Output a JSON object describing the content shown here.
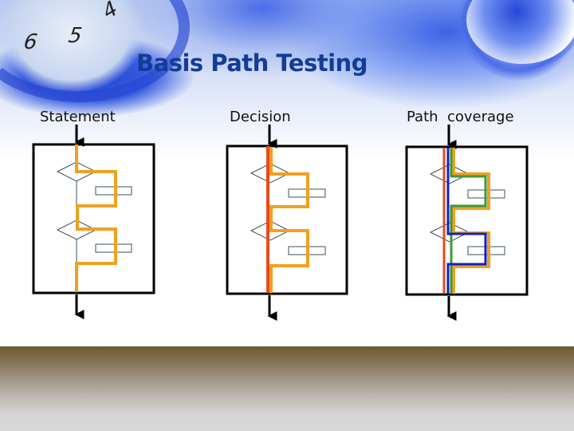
{
  "slide": {
    "title": "Basis Path Testing",
    "background": {
      "header_decor": "clock-and-lens-image",
      "clock_numbers": [
        "6",
        "5",
        "4"
      ],
      "bottom_band_colors": [
        "#6d5a33",
        "#a89f95",
        "#d8d8d8"
      ]
    }
  },
  "panels": [
    {
      "id": "statement",
      "label": "Statement",
      "coverage_paths": [
        {
          "name": "statement-path",
          "color": "#f0a020"
        }
      ]
    },
    {
      "id": "decision",
      "label": "Decision",
      "coverage_paths": [
        {
          "name": "straight-path",
          "color": "#e84a1a"
        },
        {
          "name": "branch-path",
          "color": "#f0a020"
        }
      ]
    },
    {
      "id": "path-coverage",
      "label": "Path  coverage",
      "coverage_paths": [
        {
          "name": "straight-path",
          "color": "#e84a1a"
        },
        {
          "name": "second-branch-path",
          "color": "#1020c0"
        },
        {
          "name": "first-branch-path",
          "color": "#3a9a3a"
        },
        {
          "name": "both-branches-path",
          "color": "#f0a020"
        }
      ]
    }
  ],
  "colors": {
    "title": "#123c96",
    "frame": "#000000",
    "node_outline": "#3a5060",
    "orange": "#f0a020",
    "red": "#e84a1a",
    "blue": "#1020c0",
    "green": "#3a9a3a"
  }
}
